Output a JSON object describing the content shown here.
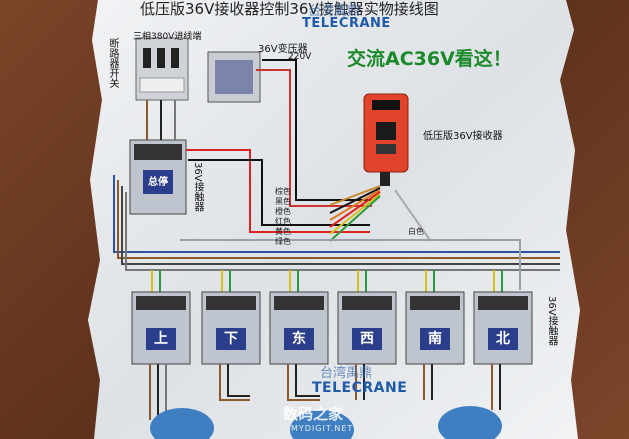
{
  "title": "低压版36V接收器控制36V接触器实物接线图",
  "logo": {
    "cn": "台湾禹鼎",
    "en": "TELECRANE"
  },
  "headline": "交流AC36V看这！",
  "labels": {
    "breaker": "断路器开关",
    "three_phase": "三相380V进线端",
    "transformer": "36V变压器",
    "transformer_sub": "220V",
    "receiver": "低压版36V接收器",
    "main_contactor": "36V接触器",
    "side_contactor": "36V接触器",
    "main_contactor_tag": "总停"
  },
  "wire_labels": [
    "棕色",
    "黑色",
    "橙色",
    "红色",
    "黄色",
    "绿色"
  ],
  "white_wire": "白色",
  "contactors": [
    "上",
    "下",
    "东",
    "西",
    "南",
    "北"
  ],
  "watermark": {
    "cn": "数码之家",
    "sub": "MYDIGIT.NET"
  },
  "colors": {
    "paper": "#e9ecef",
    "contactor_blue": "#2a3e8c",
    "headline_green": "#1c8a2a",
    "remote_red": "#e2432b"
  }
}
